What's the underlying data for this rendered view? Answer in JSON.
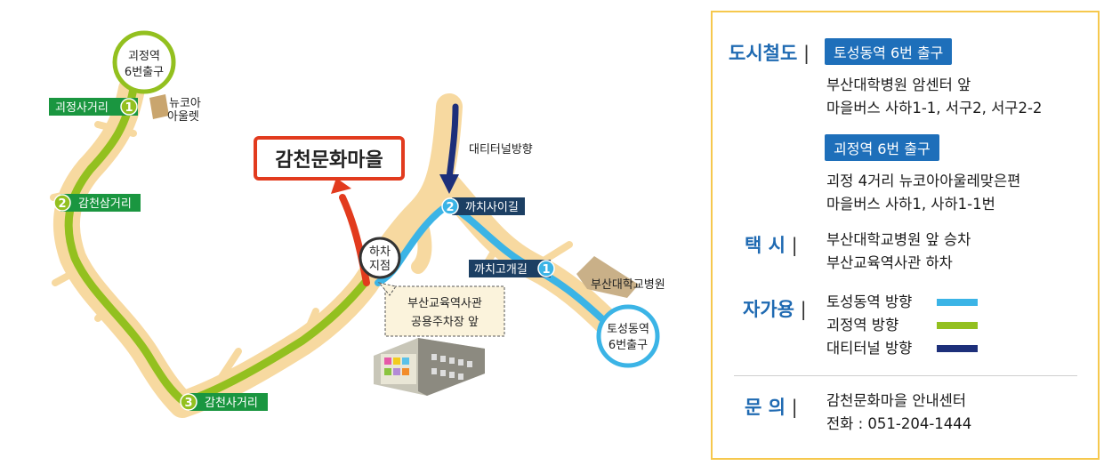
{
  "map": {
    "destination": "감천문화마을",
    "stations": {
      "goejeong": {
        "line1": "괴정역",
        "line2": "6번출구"
      },
      "toseong": {
        "line1": "토성동역",
        "line2": "6번출구"
      }
    },
    "drop_point": {
      "line1": "하차",
      "line2": "지점"
    },
    "landmarks": {
      "newcore_line1": "뉴코아",
      "newcore_line2": "아울렛",
      "hospital": "부산대학교병원",
      "terminal_direction": "대티터널방향"
    },
    "parking_label": {
      "line1": "부산교육역사관",
      "line2": "공용주차장 앞"
    },
    "intersections": [
      {
        "num": "1",
        "name": "괴정사거리"
      },
      {
        "num": "2",
        "name": "감천삼거리"
      },
      {
        "num": "3",
        "name": "감천사거리"
      },
      {
        "num": "2",
        "name": "까치사이길"
      },
      {
        "num": "1",
        "name": "까치고개길"
      }
    ],
    "colors": {
      "road": "#f7d9a0",
      "green_route": "#93c01f",
      "blue_route": "#3bb4e6",
      "navy_route": "#1d2f7a",
      "red_arrow": "#e23b1e",
      "green_tag": "#1a9640",
      "navy_tag": "#1c3f63"
    }
  },
  "panel": {
    "subway": {
      "label": "도시철도",
      "exit_a": "토성동역 6번 출구",
      "desc_a1": "부산대학병원 암센터 앞",
      "desc_a2": "마을버스 사하1-1, 서구2, 서구2-2",
      "exit_b": "괴정역 6번 출구",
      "desc_b1": "괴정 4거리 뉴코아아울레맞은편",
      "desc_b2": "마을버스 사하1, 사하1-1번"
    },
    "taxi": {
      "label": "택  시",
      "line1": "부산대학교병원 앞 승차",
      "line2": "부산교육역사관 하차"
    },
    "car": {
      "label": "자가용",
      "routes": [
        {
          "name": "토성동역 방향",
          "color": "#3bb4e6"
        },
        {
          "name": "괴정역 방향",
          "color": "#93c01f"
        },
        {
          "name": "대티터널 방향",
          "color": "#1d2f7a"
        }
      ]
    },
    "inquiry": {
      "label": "문  의",
      "line1": "감천문화마을 안내센터",
      "line2": "전화 : 051-204-1444"
    }
  }
}
